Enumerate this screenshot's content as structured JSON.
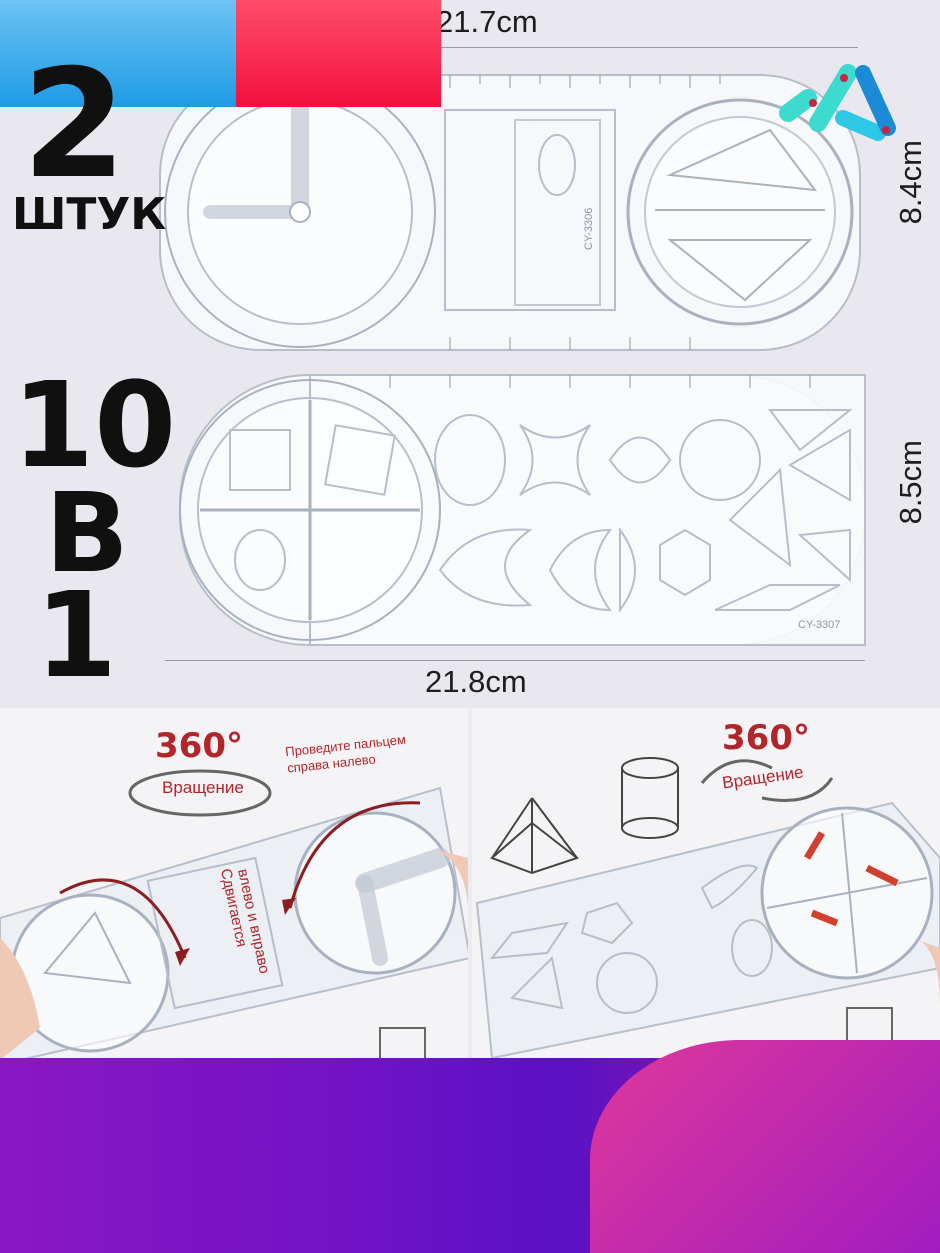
{
  "badge": {
    "count": "2",
    "unit": "ШТУК",
    "ten": "10",
    "in": "В",
    "one": "1"
  },
  "dimensions": {
    "top_width": "21.7cm",
    "top_height": "8.4cm",
    "bottom_height": "8.5cm",
    "bottom_width": "21.8cm"
  },
  "models": {
    "top": "CY-3306",
    "bottom": "CY-3307"
  },
  "left_photo": {
    "rotation_degree": "360°",
    "rotation_label": "Вращение",
    "swipe_hint_line1": "Проведите пальцем",
    "swipe_hint_line2": "справа налево",
    "slide_hint_line1": "Сдвигается",
    "slide_hint_line2": "влево и вправо"
  },
  "right_photo": {
    "rotation_degree": "360°",
    "rotation_label": "Вращение"
  },
  "colors": {
    "accent_blue": "#1e9be6",
    "accent_red": "#f2103f",
    "band_purple": "#6f12c7",
    "band_pink": "#e0389a",
    "text_red": "#b2262a"
  }
}
